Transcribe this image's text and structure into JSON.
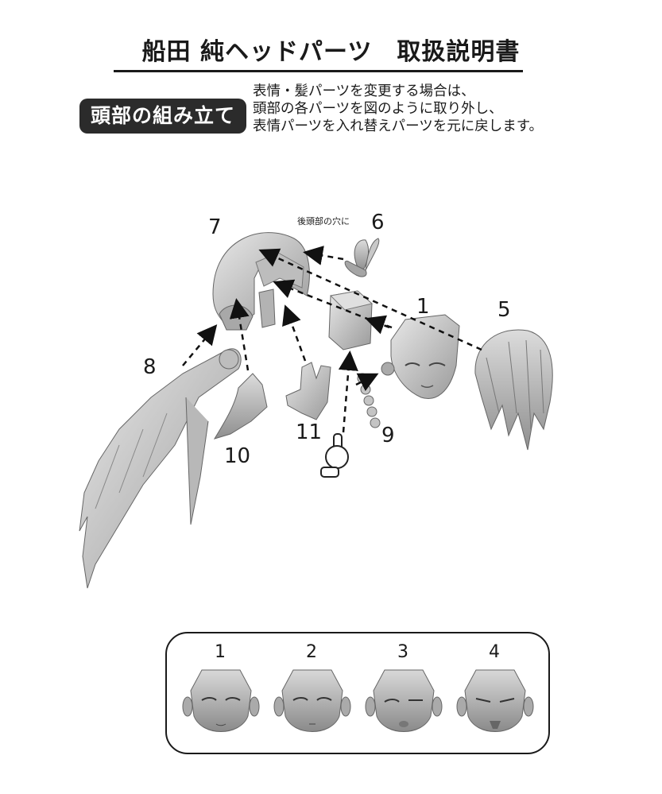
{
  "header": {
    "title": "船田 純ヘッドパーツ　取扱説明書",
    "section_badge": "頭部の組み立て",
    "instructions": [
      "表情・髪パーツを変更する場合は、",
      "頭部の各パーツを図のように取り外し、",
      "表情パーツを入れ替えパーツを元に戻します。"
    ]
  },
  "diagram": {
    "note_6": "後頭部の穴に",
    "labels": {
      "p1": "1",
      "p5": "5",
      "p6": "6",
      "p7": "7",
      "p8": "8",
      "p9": "9",
      "p10": "10",
      "p11": "11"
    }
  },
  "faces": {
    "labels": [
      "1",
      "2",
      "3",
      "4"
    ]
  }
}
